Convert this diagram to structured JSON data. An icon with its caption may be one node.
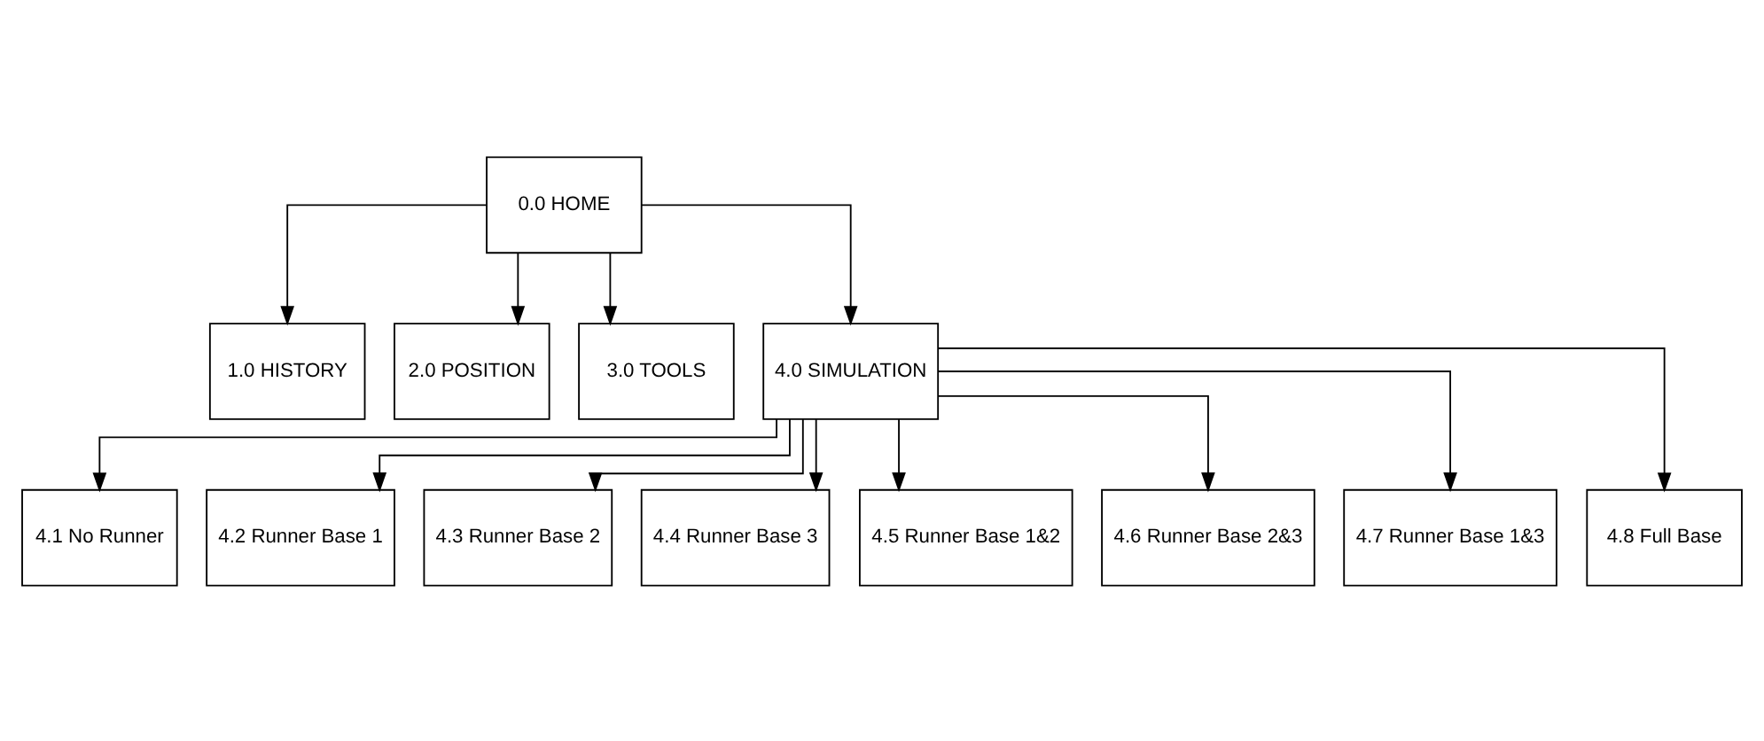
{
  "diagram": {
    "nodes": [
      {
        "text": [
          "0.0 HOME"
        ]
      },
      {
        "text": [
          "1.0 HISTORY"
        ]
      },
      {
        "text": [
          "2.0 POSITION"
        ]
      },
      {
        "text": [
          "3.0 TOOLS"
        ]
      },
      {
        "text": [
          "4.0 SIMULATION"
        ]
      },
      {
        "text": [
          "4.1 No Runner"
        ]
      },
      {
        "text": [
          "4.2 Runner Base 1"
        ]
      },
      {
        "text": [
          "4.3 Runner Base 2"
        ]
      },
      {
        "text": [
          "4.4 Runner Base 3"
        ]
      },
      {
        "text": [
          "4.5 Runner Base 1&2"
        ]
      },
      {
        "text": [
          "4.6 Runner Base 2&3"
        ]
      },
      {
        "text": [
          "4.7 Runner Base 1&3"
        ]
      },
      {
        "text": [
          "4.8 Full Base"
        ]
      }
    ],
    "edges": [
      {
        "from": 0,
        "to": 1,
        "arrow": "to"
      },
      {
        "from": 0,
        "to": 2,
        "arrow": "to"
      },
      {
        "from": 0,
        "to": 3,
        "arrow": "to"
      },
      {
        "from": 0,
        "to": 4,
        "arrow": "to"
      },
      {
        "from": 4,
        "to": 5,
        "arrow": "to"
      },
      {
        "from": 4,
        "to": 6,
        "arrow": "to"
      },
      {
        "from": 4,
        "to": 7,
        "arrow": "to"
      },
      {
        "from": 4,
        "to": 8,
        "arrow": "to"
      },
      {
        "from": 4,
        "to": 9,
        "arrow": "to"
      },
      {
        "from": 4,
        "to": 10,
        "arrow": "to"
      },
      {
        "from": 4,
        "to": 11,
        "arrow": "to"
      },
      {
        "from": 4,
        "to": 12,
        "arrow": "to"
      }
    ]
  }
}
